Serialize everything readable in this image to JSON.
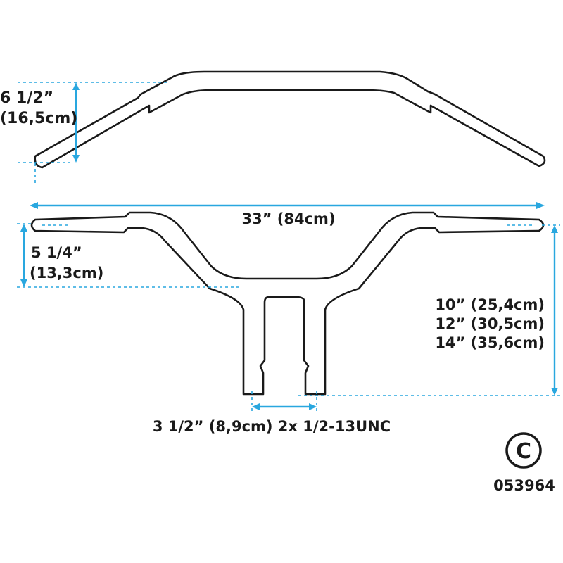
{
  "colors": {
    "dimension": "#29a7df",
    "outline": "#1a1a1a",
    "background": "#ffffff"
  },
  "labels": {
    "top_rise_in": "6 1/2”",
    "top_rise_cm": "(16,5cm)",
    "width": "33” (84cm)",
    "pullback_in": "5 1/4”",
    "pullback_cm": "(13,3cm)",
    "height_1": "10” (25,4cm)",
    "height_2": "12” (30,5cm)",
    "height_3": "14” (35,6cm)",
    "bottom_note": "3 1/2” (8,9cm) 2x 1/2-13UNC",
    "cert_mark": "C",
    "part_number": "053964"
  }
}
